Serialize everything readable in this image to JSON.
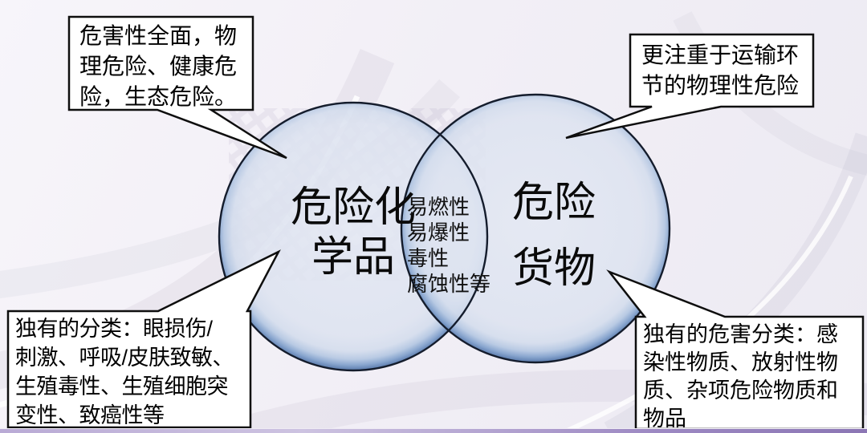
{
  "slide": {
    "type": "venn-diagram",
    "colors": {
      "background": "#f2eff6",
      "circle_fill": "#dde3ef",
      "circle_rim_blue": "#5a7fb4",
      "circle_outline": "#141c2c",
      "callout_fill": "#ffffff",
      "callout_border": "#0e0e0e",
      "bottom_bar": "#9d89c3"
    }
  },
  "venn": {
    "left_circle": {
      "label": "危险化学品",
      "lines": [
        "危险化",
        "学品"
      ]
    },
    "right_circle": {
      "label": "危险货物",
      "lines": [
        "危险",
        "货物"
      ]
    },
    "overlap": {
      "lines": [
        "易燃性",
        "易爆性",
        "毒性",
        "腐蚀性等"
      ]
    }
  },
  "callouts": {
    "top_left": {
      "target": "left-circle",
      "lines": [
        "危害性全面，物",
        "理危险、健康危",
        "险，生态危险。"
      ]
    },
    "top_right": {
      "target": "right-circle",
      "lines": [
        "更注重于运输环",
        "节的物理性危险"
      ]
    },
    "bottom_left": {
      "target": "left-circle",
      "lines": [
        "独有的分类：眼损伤/",
        "刺激、呼吸/皮肤致敏、",
        "生殖毒性、生殖细胞突",
        "变性、致癌性等"
      ]
    },
    "bottom_right": {
      "target": "right-circle",
      "lines": [
        "独有的危害分类：感",
        "染性物质、放射性物",
        "质、杂项危险物质和",
        "物品"
      ]
    }
  }
}
